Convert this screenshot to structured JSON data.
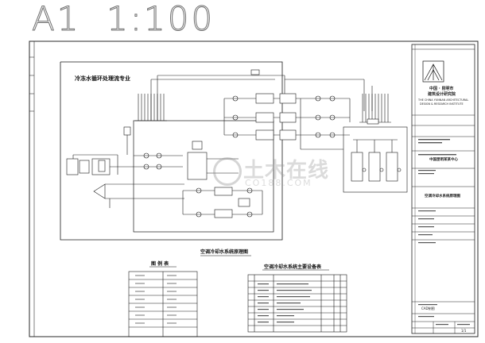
{
  "sheet": {
    "scale_title": "A1  1:100",
    "subtitle": "冷冻水循环处理流专业",
    "diagram_caption": "空调冷却水系统原理图",
    "table_caption": "空调冷却水系统主要设备表"
  },
  "watermark": {
    "text": "土木在线",
    "sub": "CO188.COM"
  },
  "legend": {
    "title": "图 例 表"
  },
  "title_block": {
    "company_cn": "中国 · 昆明市",
    "company_line2": "建筑设计研究院",
    "company_en1": "THE CHINA YUNNAN ARCHITECTURAL",
    "company_en2": "DESIGN & RESEARCH INSTITUTE",
    "project": "中国昆明某某中心",
    "drawing_title": "空调冷却水系统原理图",
    "stamp": "CAD制图",
    "page": "1/1"
  },
  "colors": {
    "line": "#1a1a1a",
    "frame": "#2a2a2a",
    "watermark": "#9a9a9a"
  }
}
